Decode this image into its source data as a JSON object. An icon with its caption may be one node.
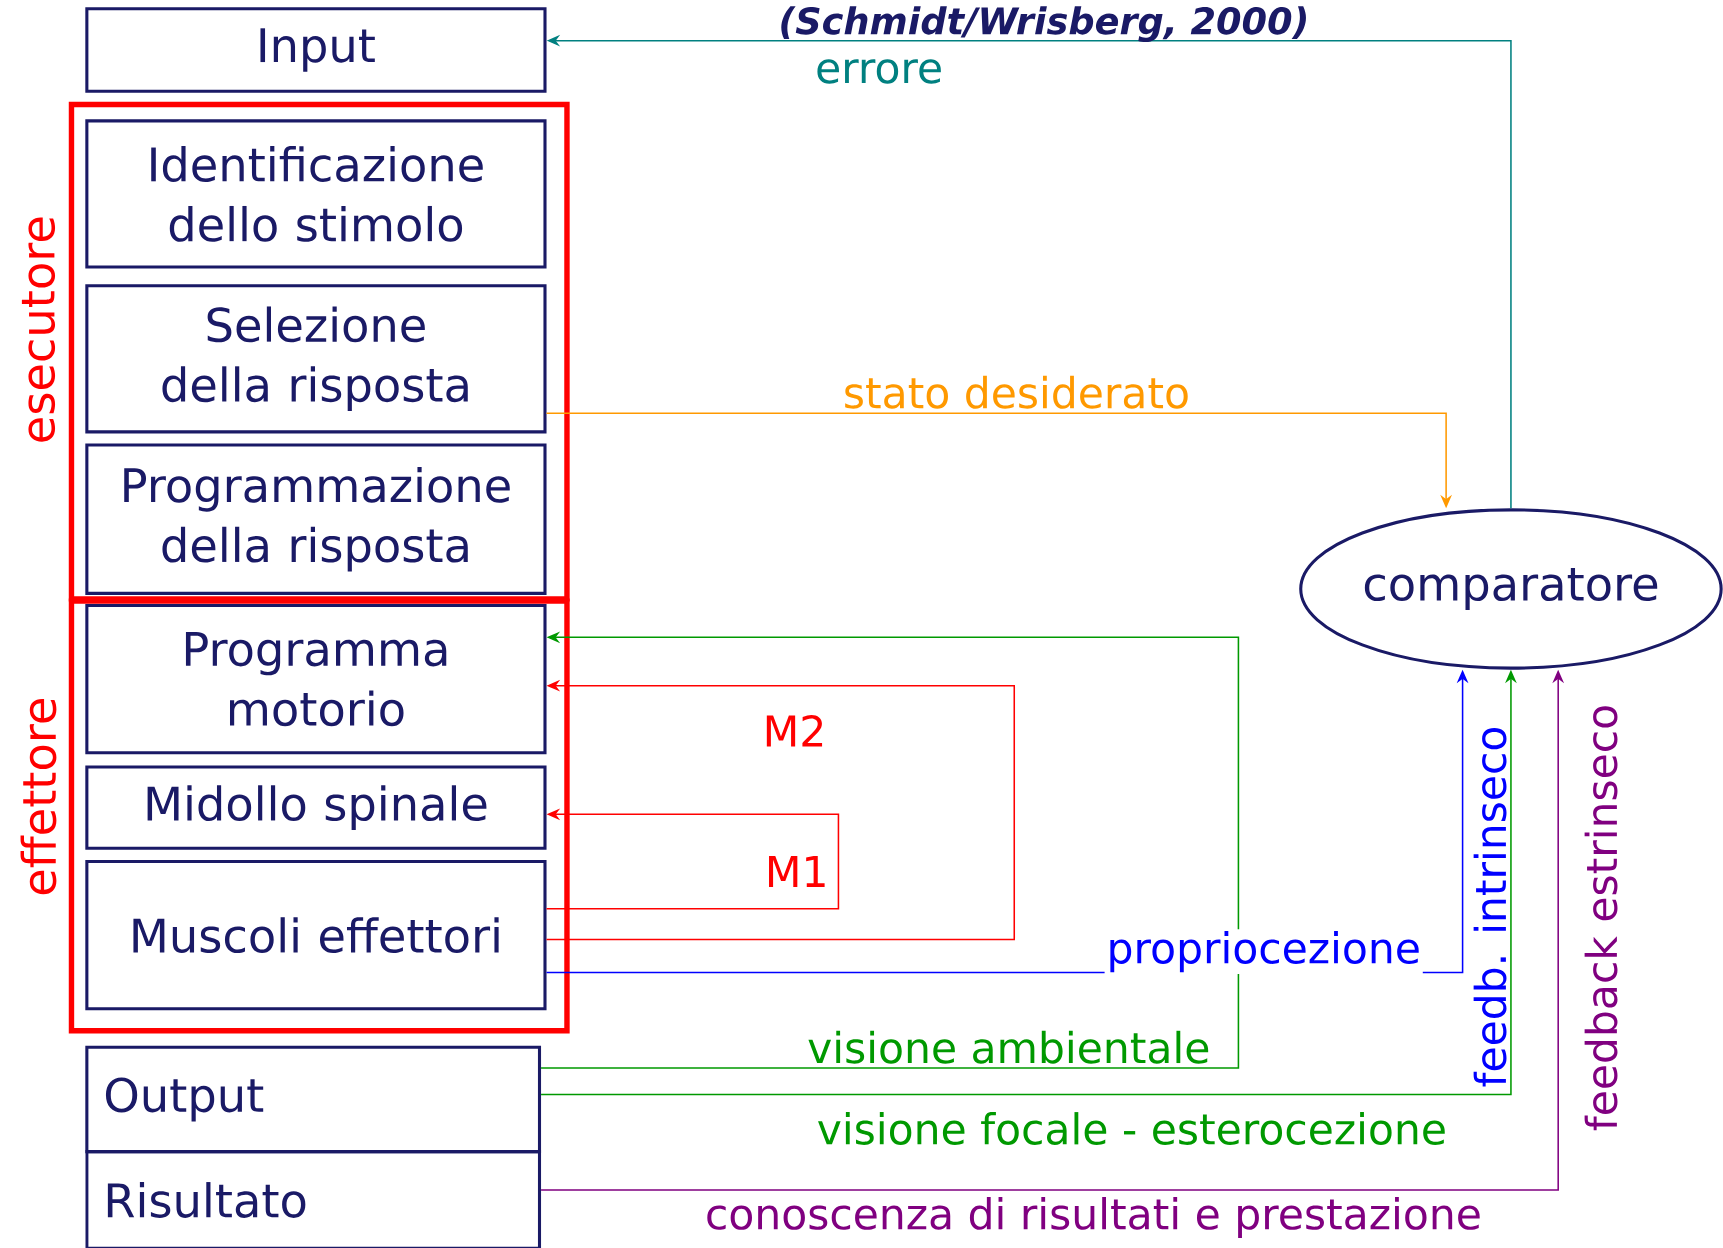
{
  "diagram": {
    "title": "(Schmidt/Wrisberg, 2000)",
    "nodes": [
      {
        "text": [
          "Input"
        ]
      },
      {
        "text": [
          "esecutore"
        ]
      },
      {
        "text": [
          "Identificazione dello stimolo"
        ],
        "in": 1
      },
      {
        "text": [
          "Selezione della risposta"
        ],
        "in": 1
      },
      {
        "text": [
          "Programmazione della risposta"
        ],
        "in": 1
      },
      {
        "text": [
          "effettore"
        ]
      },
      {
        "text": [
          "Programma motorio"
        ],
        "in": 5
      },
      {
        "text": [
          "Midollo spinale"
        ],
        "in": 5
      },
      {
        "text": [
          "Muscoli effettori"
        ],
        "in": 5
      },
      {
        "text": [
          "Output"
        ]
      },
      {
        "text": [
          "Risultato"
        ]
      },
      {
        "text": [
          "comparatore"
        ]
      }
    ],
    "edges": [
      {
        "from": 11,
        "to": 0,
        "arrow": "to",
        "label": "errore",
        "color": "#008080"
      },
      {
        "from": 3,
        "to": 11,
        "arrow": "to",
        "label": "stato desiderato",
        "color": "#ff9900"
      },
      {
        "from": 8,
        "to": 6,
        "arrow": "to",
        "label": "M2",
        "color": "#ff0000"
      },
      {
        "from": 8,
        "to": 7,
        "arrow": "to",
        "label": "M1",
        "color": "#ff0000"
      },
      {
        "from": 8,
        "to": 11,
        "arrow": "to",
        "label": "propriocezione",
        "color": "#0000ff"
      },
      {
        "from": 9,
        "to": 6,
        "arrow": "to",
        "label": "visione ambientale",
        "color": "#009900"
      },
      {
        "from": 9,
        "to": 11,
        "arrow": "to",
        "label": "visione focale - esterocezione",
        "color": "#009900"
      },
      {
        "from": 10,
        "to": 11,
        "arrow": "to",
        "label": "conoscenza di risultati e prestazione",
        "color": "#800080"
      }
    ],
    "labels": [
      "feedb. intrinseco",
      "feedback estrinseco"
    ]
  }
}
